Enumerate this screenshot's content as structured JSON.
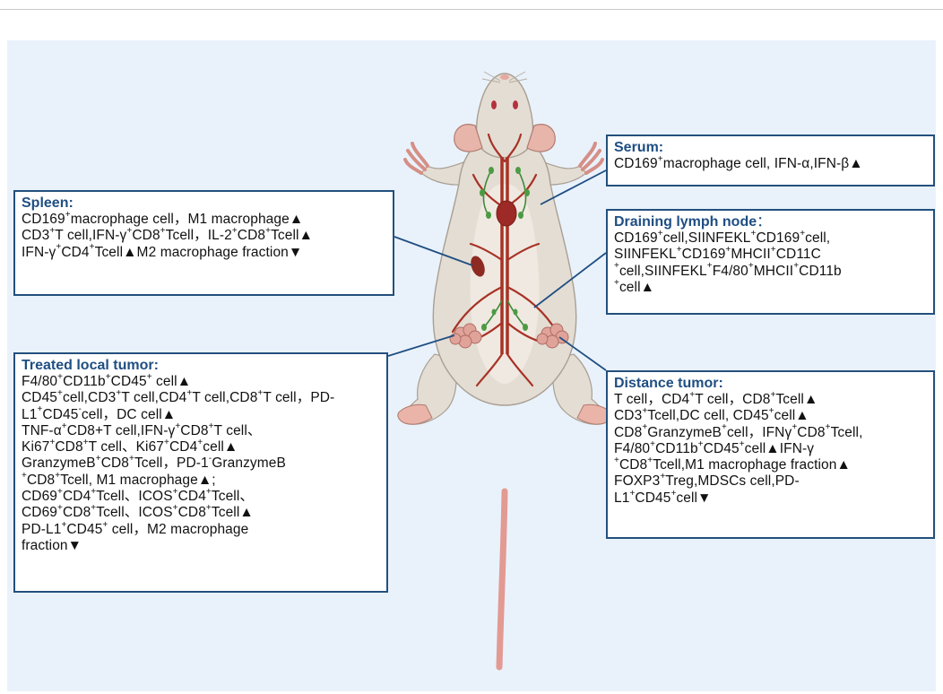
{
  "colors": {
    "background": "#e9f2fb",
    "box_border": "#23507d",
    "title": "#1f4e82",
    "vessels": "#a83226",
    "lymph": "#3f8a38",
    "mouse_body": "#e4ddd3"
  },
  "serum": {
    "title": "Serum:",
    "lines": [
      [
        {
          "t": "CD169"
        },
        {
          "s": "+"
        },
        {
          "t": "macrophage cell, IFN-α,IFN-β▲"
        }
      ]
    ]
  },
  "spleen": {
    "title": "Spleen:",
    "lines": [
      [
        {
          "t": "CD169"
        },
        {
          "s": "+"
        },
        {
          "t": "macrophage cell，M1 macrophage▲"
        }
      ],
      [
        {
          "t": "CD3"
        },
        {
          "s": "+"
        },
        {
          "t": "T cell,IFN-γ"
        },
        {
          "s": "+"
        },
        {
          "t": "CD8"
        },
        {
          "s": "+"
        },
        {
          "t": "Tcell，IL-2"
        },
        {
          "s": "+"
        },
        {
          "t": "CD8"
        },
        {
          "s": "+"
        },
        {
          "t": "Tcell▲"
        }
      ],
      [
        {
          "t": "IFN-γ"
        },
        {
          "s": "+"
        },
        {
          "t": "CD4"
        },
        {
          "s": "+"
        },
        {
          "t": "Tcell▲M2 macrophage fraction▼"
        }
      ]
    ]
  },
  "draining": {
    "title": "Draining lymph node",
    "title_suffix": "：",
    "lines": [
      [
        {
          "t": "CD169"
        },
        {
          "s": "+"
        },
        {
          "t": "cell,SIINFEKL"
        },
        {
          "s": "+"
        },
        {
          "t": "CD169"
        },
        {
          "s": "+"
        },
        {
          "t": "cell,"
        }
      ],
      [
        {
          "t": "SIINFEKL"
        },
        {
          "s": "+"
        },
        {
          "t": "CD169"
        },
        {
          "s": "+"
        },
        {
          "t": "MHCII"
        },
        {
          "s": "+"
        },
        {
          "t": "CD11C"
        }
      ],
      [
        {
          "s": "+"
        },
        {
          "t": "cell,SIINFEKL"
        },
        {
          "s": "+"
        },
        {
          "t": "F4/80"
        },
        {
          "s": "+"
        },
        {
          "t": "MHCII"
        },
        {
          "s": "+"
        },
        {
          "t": "CD11b"
        }
      ],
      [
        {
          "s": "+"
        },
        {
          "t": "cell▲"
        }
      ]
    ]
  },
  "treated": {
    "title": "Treated local tumor:",
    "lines": [
      [
        {
          "t": "F4/80"
        },
        {
          "s": "+"
        },
        {
          "t": "CD11b"
        },
        {
          "s": "+"
        },
        {
          "t": "CD45"
        },
        {
          "s": "+"
        },
        {
          "t": " cell▲"
        }
      ],
      [
        {
          "t": "CD45"
        },
        {
          "s": "+"
        },
        {
          "t": "cell,CD3"
        },
        {
          "s": "+"
        },
        {
          "t": "T cell,CD4"
        },
        {
          "s": "+"
        },
        {
          "t": "T cell,CD8"
        },
        {
          "s": "+"
        },
        {
          "t": "T cell，PD-"
        }
      ],
      [
        {
          "t": "L1"
        },
        {
          "s": "+"
        },
        {
          "t": "CD45"
        },
        {
          "s": "-"
        },
        {
          "t": "cell，DC cell▲"
        }
      ],
      [
        {
          "t": "TNF-α"
        },
        {
          "s": "+"
        },
        {
          "t": "CD8+T cell,IFN-γ"
        },
        {
          "s": "+"
        },
        {
          "t": "CD8"
        },
        {
          "s": "+"
        },
        {
          "t": "T cell、"
        }
      ],
      [
        {
          "t": "Ki67"
        },
        {
          "s": "+"
        },
        {
          "t": "CD8"
        },
        {
          "s": "+"
        },
        {
          "t": "T cell、Ki67"
        },
        {
          "s": "+"
        },
        {
          "t": "CD4"
        },
        {
          "s": "+"
        },
        {
          "t": "cell▲"
        }
      ],
      [
        {
          "t": "GranzymeB"
        },
        {
          "s": "+"
        },
        {
          "t": "CD8"
        },
        {
          "s": "+"
        },
        {
          "t": "Tcell，PD-1"
        },
        {
          "s": "-"
        },
        {
          "t": "GranzymeB"
        }
      ],
      [
        {
          "s": "+"
        },
        {
          "t": "CD8"
        },
        {
          "s": "+"
        },
        {
          "t": "Tcell, M1 macrophage▲;"
        }
      ],
      [
        {
          "t": "CD69"
        },
        {
          "s": "+"
        },
        {
          "t": "CD4"
        },
        {
          "s": "+"
        },
        {
          "t": "Tcell、ICOS"
        },
        {
          "s": "+"
        },
        {
          "t": "CD4"
        },
        {
          "s": "+"
        },
        {
          "t": "Tcell、"
        }
      ],
      [
        {
          "t": "CD69"
        },
        {
          "s": "+"
        },
        {
          "t": "CD8"
        },
        {
          "s": "+"
        },
        {
          "t": "Tcell、ICOS"
        },
        {
          "s": "+"
        },
        {
          "t": "CD8"
        },
        {
          "s": "+"
        },
        {
          "t": "Tcell▲"
        }
      ],
      [
        {
          "t": "PD-L1"
        },
        {
          "s": "+"
        },
        {
          "t": "CD45"
        },
        {
          "s": "+"
        },
        {
          "t": " cell，M2 macrophage"
        }
      ],
      [
        {
          "t": "fraction▼"
        }
      ]
    ]
  },
  "distance": {
    "title": "Distance tumor:",
    "lines": [
      [
        {
          "t": "T cell，CD4"
        },
        {
          "s": "+"
        },
        {
          "t": "T cell，CD8"
        },
        {
          "s": "+"
        },
        {
          "t": "Tcell▲"
        }
      ],
      [
        {
          "t": "CD3"
        },
        {
          "s": "+"
        },
        {
          "t": "Tcell,DC cell, CD45"
        },
        {
          "s": "+"
        },
        {
          "t": "cell▲"
        }
      ],
      [
        {
          "t": "CD8"
        },
        {
          "s": "+"
        },
        {
          "t": "GranzymeB"
        },
        {
          "s": "+"
        },
        {
          "t": "cell，IFNγ"
        },
        {
          "s": "+"
        },
        {
          "t": "CD8"
        },
        {
          "s": "+"
        },
        {
          "t": "Tcell,"
        }
      ],
      [
        {
          "t": "F4/80"
        },
        {
          "s": "+"
        },
        {
          "t": "CD11b"
        },
        {
          "s": "+"
        },
        {
          "t": "CD45"
        },
        {
          "s": "+"
        },
        {
          "t": "cell▲IFN-γ"
        }
      ],
      [
        {
          "s": "+"
        },
        {
          "t": "CD8"
        },
        {
          "s": "+"
        },
        {
          "t": "Tcell,M1 macrophage fraction▲"
        }
      ],
      [
        {
          "t": "FOXP3"
        },
        {
          "s": "+"
        },
        {
          "t": "Treg,MDSCs cell,PD-"
        }
      ],
      [
        {
          "t": "L1"
        },
        {
          "s": "+"
        },
        {
          "t": "CD45"
        },
        {
          "s": "+"
        },
        {
          "t": "cell▼"
        }
      ]
    ]
  }
}
